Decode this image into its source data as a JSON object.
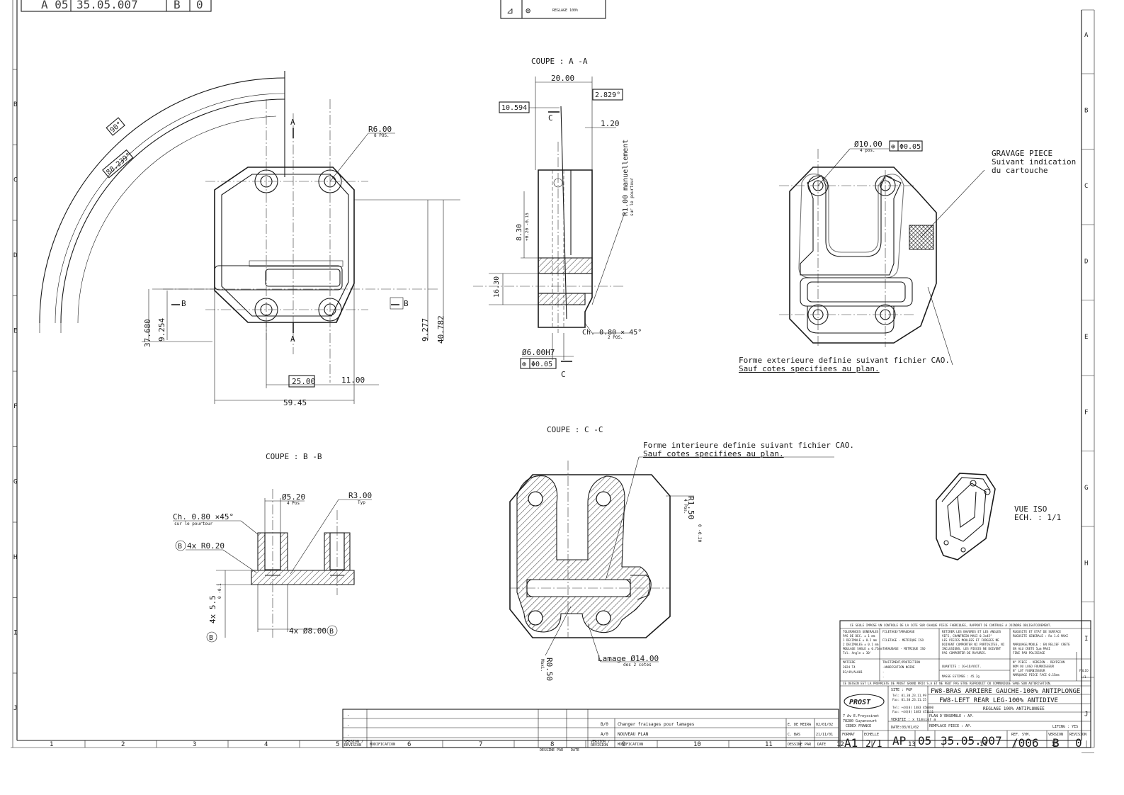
{
  "header_fragments": {
    "top_left": "A 05 35.05.007 B 0"
  },
  "border": {
    "left_letters": [
      "B",
      "C",
      "D",
      "E",
      "F",
      "G",
      "H",
      "I",
      "J"
    ],
    "right_letters": [
      "A",
      "B",
      "C",
      "D",
      "E",
      "F",
      "G",
      "H",
      "I",
      "J"
    ],
    "bottom_numbers": [
      "1",
      "2",
      "3",
      "4",
      "5",
      "6",
      "7",
      "8",
      "9",
      "10",
      "11",
      "12",
      "13",
      "14",
      "15"
    ]
  },
  "front_view": {
    "angle_90": "90°",
    "angle_88": "88.239°",
    "section_A_top": "A",
    "section_A_bottom": "A",
    "section_B_left": "B",
    "section_B_right": "B",
    "r6": "R6.00",
    "r6_sub": "8 POS.",
    "dim_37680": "37.680",
    "dim_9254": "9.254",
    "dim_9277": "9.277",
    "dim_40782": "40.782",
    "dim_2500": "25.00",
    "dim_1100": "11.00",
    "dim_5945": "59.45"
  },
  "section_aa": {
    "title": "COUPE : A -A",
    "dim_2000": "20.00",
    "dim_2829": "2.829°",
    "dim_10594": "10.594",
    "c_top": "C",
    "dim_120": "1.20",
    "r1_note": "R1.00 manuellement",
    "r1_sub": "sur le pourtour",
    "dim_830": "8.30",
    "dim_830_tol": "+0.20 -0.15",
    "dim_1630": "16.30",
    "chamfer": "Ch. 0.80 × 45°",
    "chamfer_sub": "2 POS.",
    "bore": "Ø6.00H7",
    "bore_tol": "Φ0.05",
    "c_bottom": "C"
  },
  "right_view": {
    "hole": "Ø10.00",
    "hole_sub": "4 pos.",
    "hole_tol": "Φ0.05",
    "engrave_1": "GRAVAGE PIECE",
    "engrave_2": "Suivant indication",
    "engrave_3": "du cartouche",
    "note_1": "Forme exterieure definie suivant fichier CAO.",
    "note_2": "Sauf cotes specifiees au plan."
  },
  "section_bb": {
    "title": "COUPE : B -B",
    "bore": "Ø5.20",
    "bore_sub": "4 Pos",
    "r3": "R3.00",
    "r3_sub": "Typ",
    "chamfer": "Ch. 0.80 ×45°",
    "chamfer_sub": "sur le pourtour",
    "r020": "4x R0.20",
    "r020_tag": "B",
    "height": "4x 5.5",
    "height_tol": "0 -0.1",
    "height_tag": "B",
    "dia8": "4x Ø8.00",
    "dia8_tag": "B"
  },
  "section_cc": {
    "title": "COUPE : C -C",
    "note_1": "Forme interieure definie suivant fichier CAO.",
    "note_2": "Sauf cotes specifiees au plan.",
    "r150": "R1.50",
    "r150_sub": "4 Pos.",
    "r150_tol": "0 -0.20",
    "r050": "R0.50",
    "r050_sub": "Maxi.",
    "lamage": "Lamage Ø14.00",
    "lamage_sub": "des 2 cotes"
  },
  "iso_view": {
    "label_1": "VUE ISO",
    "label_2": "ECH. : 1/1"
  },
  "revision_table": {
    "rows": [
      {
        "version": "B/0",
        "modification": "Changer fraisages pour lamages",
        "by": "E. DE MEIRA",
        "date": "02/01/02"
      },
      {
        "version": "A/0",
        "modification": "NOUVEAU PLAN",
        "by": "C. BAS",
        "date": "21/11/01"
      }
    ],
    "head_version": "VERSION / REVISION",
    "head_modif": "MODIFICATION",
    "head_by": "DESSINE PAR",
    "head_date": "DATE"
  },
  "title_block": {
    "warning": "CE SEULE IMPOSE UN CONTROLE DE LA COTE SUR CHAQUE PIECE FABRIQUEE, RAPPORT DE CONTROLE A JOINDRE OBLIGATOIREMENT.",
    "tolerances": "TOLERANCES GENERALES",
    "material_head": "MATIERE",
    "material_1": "2024 T4",
    "material_2": "D3/49/AL001",
    "treatment_head": "TRAITEMENT/PROTECTION",
    "treatment": "-ANODISATION NOIRE",
    "quantity": "QUANTITE : 1G+1D/VOIT.",
    "mass": "MASSE ESTIMEE : 45.2g",
    "roughness": "RUGOSITE ET ETAT DE SURFACE",
    "property": "CE DESSIN EST LA PROPRIETE DE PROST GRAND PRIX S.A ET NE PEUT PAS ETRE REPRODUIT OU COMMUNIQUE SANS SON AUTORISATION.",
    "site": "SITE : PGP",
    "company": "PROST",
    "address_1": "7 Av E.Freyssinet",
    "address_2": "78280 Guyancourt",
    "address_3": "CEDEX FRANCE",
    "title_1": "FW8-BRAS ARRIERE GAUCHE-100% ANTIPLONGE",
    "title_2": "FW8-LEFT REAR LEG-100% ANTIDIVE",
    "title_3": "REGLAGE 100% ANTIPLONGEE",
    "verified": "VERIFIE : x timsier a",
    "date": "DATE:03/01/02",
    "ensemble": "PLAN D'ENSEMBLE : AP.",
    "replace": "REMPLACE PIECE : AP.",
    "lifing": "LIFING : YES",
    "format_head": "FORMAT",
    "format": "A1",
    "scale_head": "ECHELLE",
    "scale": "2/1",
    "part_1": "AP",
    "part_2": "05",
    "part_3": "35.05.007",
    "ref_head": "REF. SYM.",
    "ref": "/006",
    "version_head": "VERSION",
    "version": "B",
    "revision_head": "REVISION",
    "revision": "0",
    "folio_head": "FOLIO",
    "folio": "1/1"
  }
}
